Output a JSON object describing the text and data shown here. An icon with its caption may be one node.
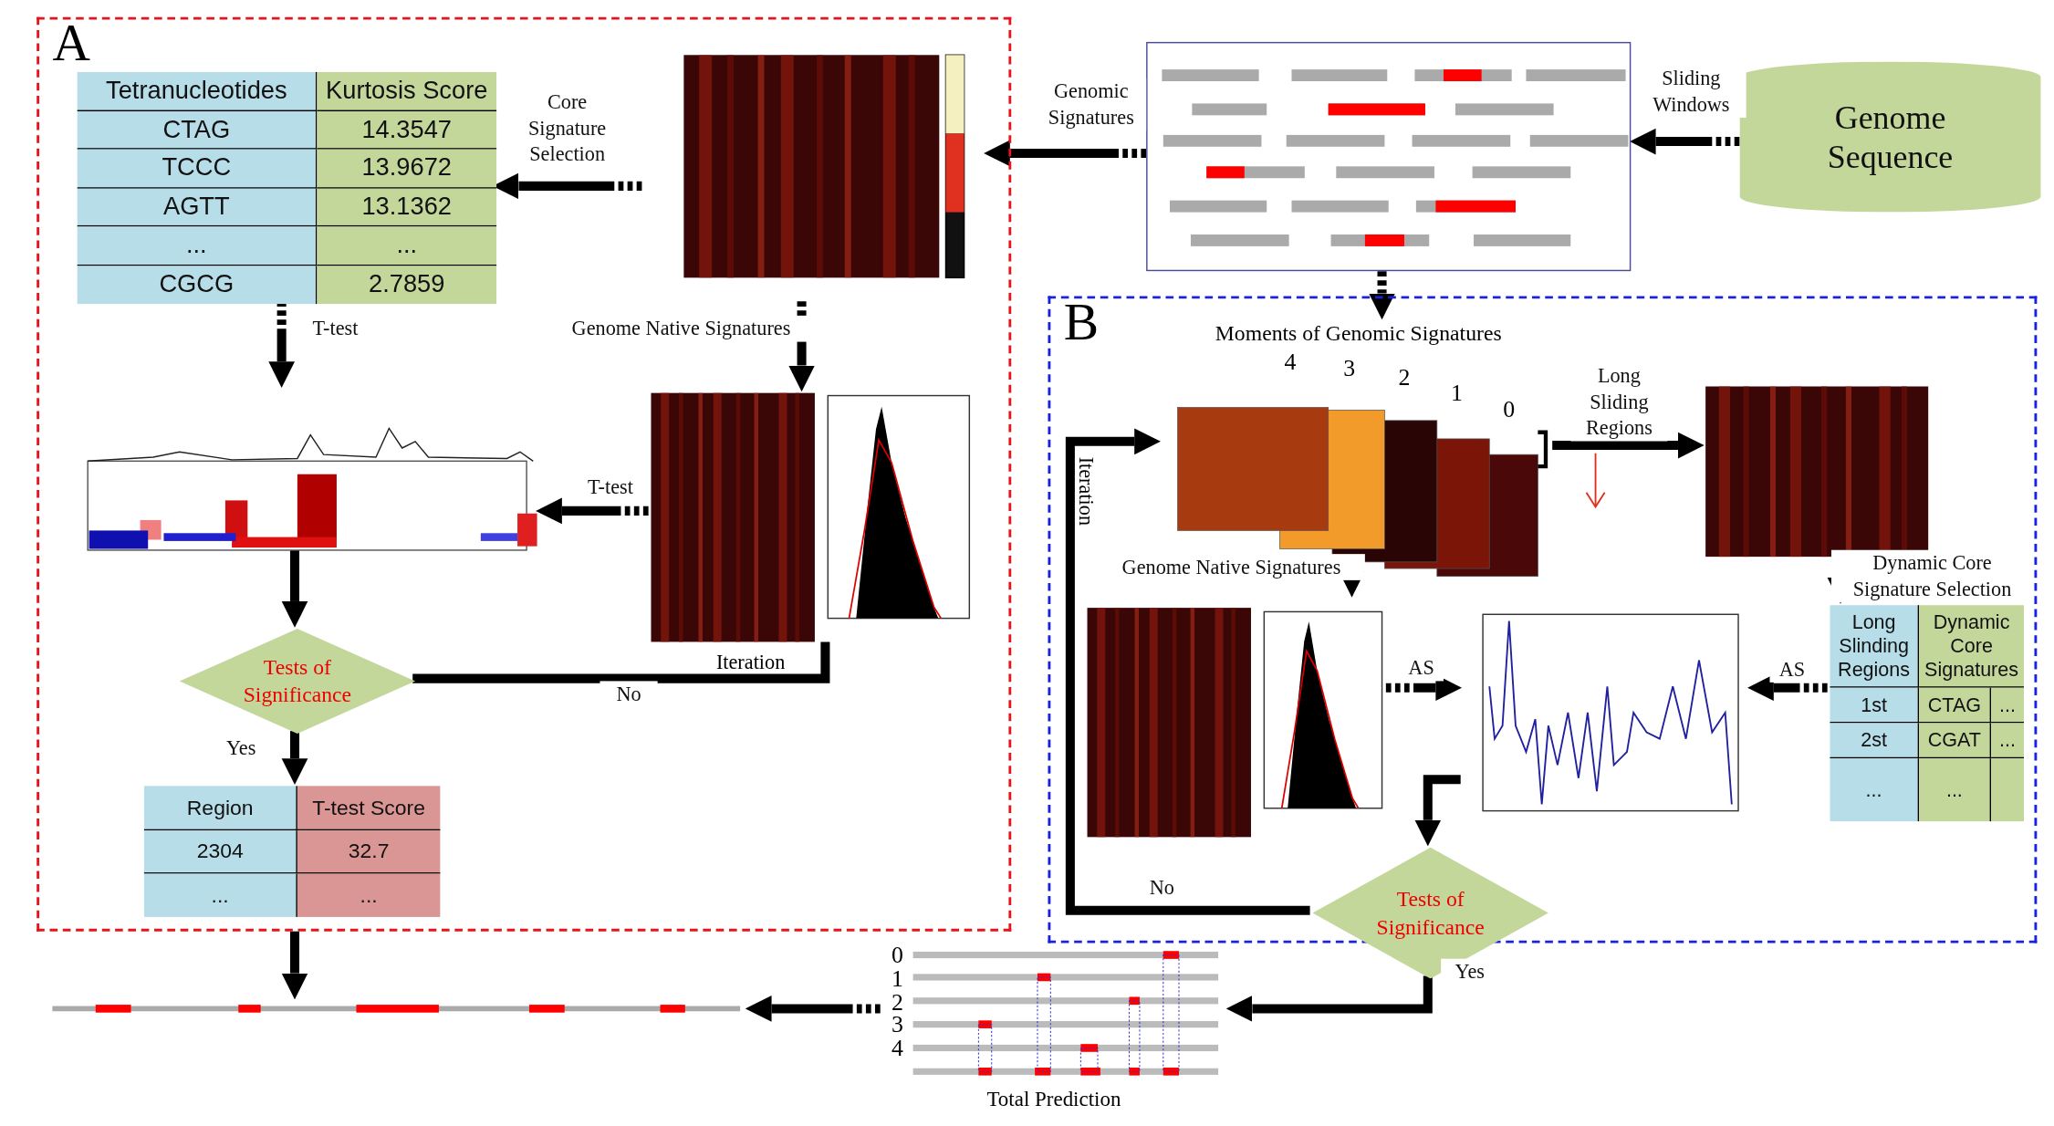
{
  "diagram": {
    "nodes": [
      {
        "text": [
          "A"
        ]
      },
      {
        "text": [
          "Tetranucleotides",
          "Kurtosis Score",
          "CTAG",
          "14.3547",
          "TCCC",
          "13.9672",
          "AGTT",
          "13.1362",
          "...",
          "...",
          "CGCG",
          "2.7859"
        ],
        "in": 0
      },
      {
        "text": [],
        "shape": "picture",
        "in": 0
      },
      {
        "text": [],
        "shape": "picture",
        "in": 0
      },
      {
        "text": [],
        "shape": "picture",
        "in": 0
      },
      {
        "text": [],
        "shape": "picture",
        "in": 0
      },
      {
        "text": [
          "Tests of Significance"
        ],
        "in": 0
      },
      {
        "text": [
          "Region",
          "T-test Score",
          "2304",
          "32.7",
          "...",
          "..."
        ],
        "in": 0
      },
      {
        "text": [],
        "shape": "box"
      },
      {
        "text": [
          "Genome Sequence"
        ]
      },
      {
        "text": [
          "B"
        ]
      },
      {
        "text": [
          "Moments of Genomic Signatures"
        ],
        "in": 10
      },
      {
        "text": [],
        "shape": "picture",
        "in": 10
      },
      {
        "text": [],
        "shape": "picture",
        "in": 10
      },
      {
        "text": [],
        "shape": "picture",
        "in": 10
      },
      {
        "text": [],
        "shape": "picture",
        "in": 10
      },
      {
        "text": [
          "Long Slinding Regions",
          "Dynamic Core Signatures",
          "1st",
          "CTAG",
          "...",
          "2st",
          "CGAT",
          "...",
          "...",
          "..."
        ],
        "in": 10
      },
      {
        "text": [
          "Tests of Significance"
        ],
        "in": 10
      },
      {
        "text": [],
        "shape": "picture",
        "beside": [
          "0",
          "1",
          "2",
          "3",
          "4",
          "Total Prediction"
        ]
      },
      {
        "text": [],
        "shape": "bar"
      }
    ],
    "edges": [
      {
        "from": 9,
        "to": 8,
        "arrow": "to",
        "label": "Sliding Windows",
        "style": "dashed"
      },
      {
        "from": 8,
        "to": 2,
        "arrow": "to",
        "label": "Genomic Signatures",
        "style": "dashed"
      },
      {
        "from": 2,
        "to": 1,
        "arrow": "to",
        "label": "Core Signature Selection",
        "style": "dashed"
      },
      {
        "from": 1,
        "to": 3,
        "arrow": "to",
        "label": "T-test",
        "style": "dashed"
      },
      {
        "from": 2,
        "to": 4,
        "arrow": "to",
        "label": "Genome Native Signatures",
        "style": "dashed"
      },
      {
        "from": 4,
        "to": 3,
        "arrow": "to",
        "label": "T-test",
        "style": "dashed"
      },
      {
        "from": 3,
        "to": 6,
        "arrow": "to"
      },
      {
        "from": 6,
        "to": 5,
        "arrow": "none",
        "label": "No"
      },
      {
        "from": 6,
        "to": 7,
        "arrow": "to",
        "label": "Yes"
      },
      {
        "from": 0,
        "to": 19,
        "arrow": "to"
      },
      {
        "from": 8,
        "to": 11,
        "arrow": "to",
        "style": "dashed"
      },
      {
        "from": 11,
        "to": 12,
        "arrow": "to",
        "label": "Long Sliding Regions"
      },
      {
        "from": 11,
        "to": 14,
        "arrow": "to",
        "label": "Genome Native Signatures",
        "style": "dashed"
      },
      {
        "from": 12,
        "to": 16,
        "arrow": "to",
        "label": "Dynamic Core Signature Selection",
        "style": "dashed"
      },
      {
        "from": 16,
        "to": 15,
        "arrow": "to",
        "label": "AS",
        "style": "dashed"
      },
      {
        "from": 14,
        "to": 15,
        "arrow": "to",
        "label": "AS",
        "style": "dashed"
      },
      {
        "from": 15,
        "to": 17,
        "arrow": "to"
      },
      {
        "from": 17,
        "to": 11,
        "arrow": "to",
        "label": "No"
      },
      {
        "from": 17,
        "to": 18,
        "arrow": "to",
        "label": "Yes"
      },
      {
        "from": 18,
        "to": 19,
        "arrow": "to",
        "style": "dashed"
      }
    ],
    "labels": [
      "4",
      "3",
      "2",
      "1",
      "0",
      "Iteration",
      "Iteration"
    ]
  }
}
